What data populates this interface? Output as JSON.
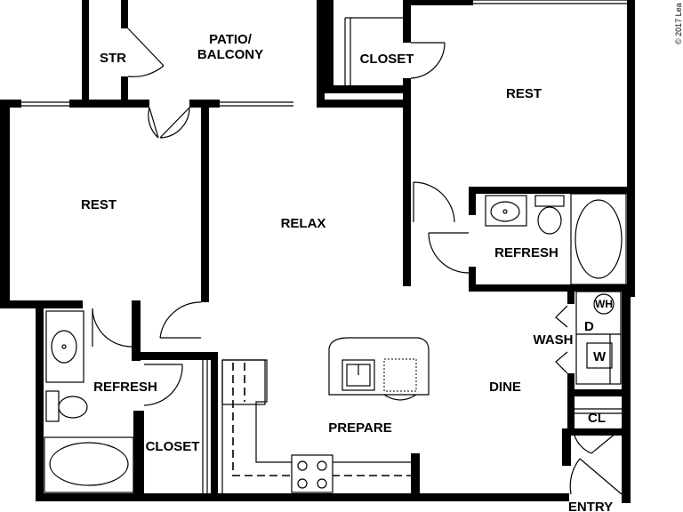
{
  "rooms": {
    "storage": "STR",
    "patio": [
      "PATIO/",
      "BALCONY"
    ],
    "closet_top": "CLOSET",
    "rest_left": "REST",
    "rest_right": "REST",
    "relax": "RELAX",
    "refresh_right": "REFRESH",
    "refresh_left": "REFRESH",
    "wash": "WASH",
    "dryer": "D",
    "washer": "W",
    "water_heater": "WH",
    "dine": "DINE",
    "closet_bottom": "CLOSET",
    "cl": "CL",
    "prepare": "PREPARE",
    "entry": "ENTRY"
  },
  "copyright": "© 2017 Lea"
}
